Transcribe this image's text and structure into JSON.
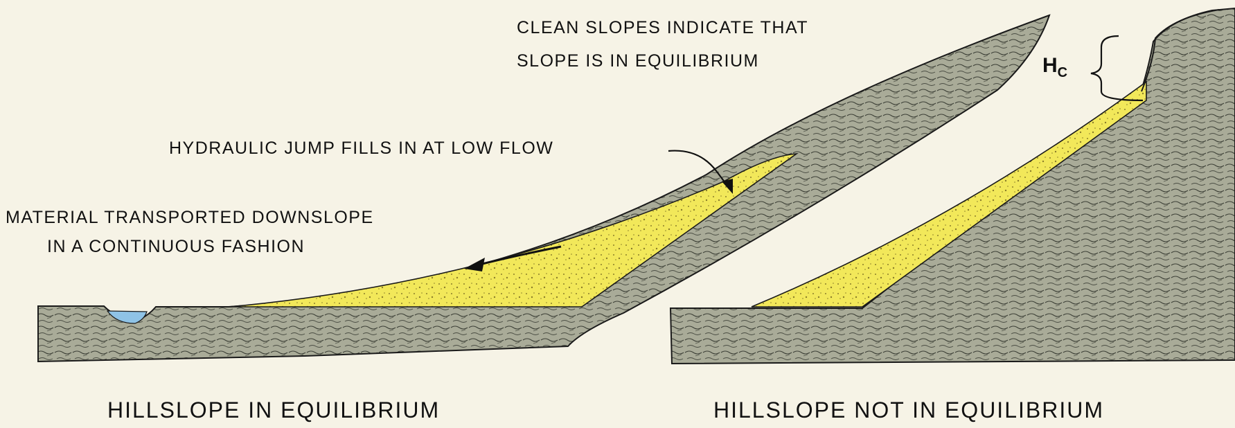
{
  "labels": {
    "clean_slopes_line1": "CLEAN SLOPES INDICATE THAT",
    "clean_slopes_line2": "SLOPE IS IN EQUILIBRIUM",
    "hydraulic_jump": "HYDRAULIC JUMP FILLS IN AT LOW FLOW",
    "material_line1": "MATERIAL TRANSPORTED DOWNSLOPE",
    "material_line2": "IN A CONTINUOUS FASHION",
    "critical_height_main": "H",
    "critical_height_sub": "C"
  },
  "captions": {
    "left": "HILLSLOPE IN EQUILIBRIUM",
    "right": "HILLSLOPE NOT IN EQUILIBRIUM"
  },
  "colors": {
    "background": "#f6f3e6",
    "rock": "#a9ab98",
    "rock_dark": "#8d8f7c",
    "sediment": "#f2e85a",
    "water": "#8fc3e6",
    "line": "#1a1a1a"
  }
}
